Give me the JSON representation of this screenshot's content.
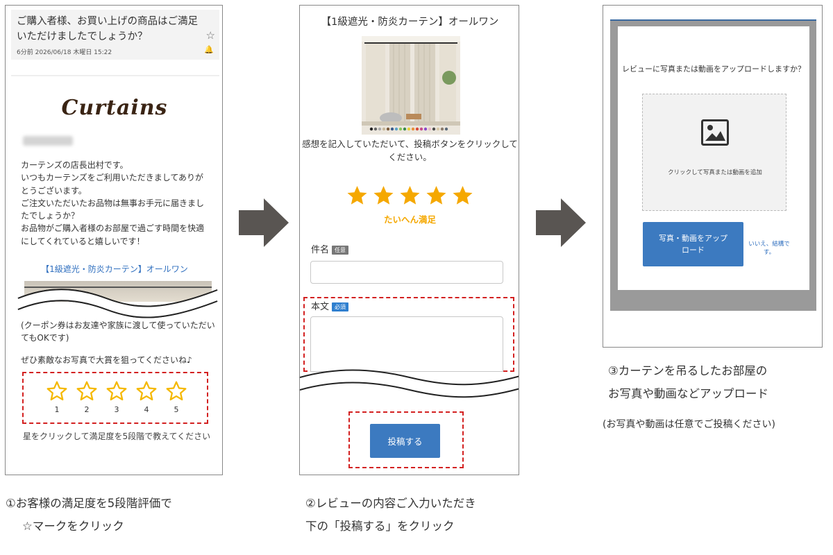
{
  "step1": {
    "subject": "ご購入者様、お買い上げの商品はご満足いただけましたでしょうか？",
    "date": "6分前 2026/06/18 木曜日 15:22",
    "star_icon": "☆",
    "bell_icon": "🔔",
    "logo": "Curtains",
    "body": "カーテンズの店長出村です。\nいつもカーテンズをご利用いただきましてありがとうございます。\nご注文いただいたお品物は無事お手元に届きましたでしょうか？\nお品物がご購入者様のお部屋で過ごす時間を快適にしてくれていると嬉しいです！",
    "product_link": "【1級遮光・防炎カーテン】オールワン",
    "coupon_note": "(クーポン券はお友達や家族に渡して使っていただいてもOKです)",
    "photo_prize": "ぜひ素敵なお写真で大賞を狙ってくださいね♪",
    "stars": [
      "1",
      "2",
      "3",
      "4",
      "5"
    ],
    "star_color": "#f5b800",
    "footer": "星をクリックして満足度を5段階で教えてください"
  },
  "step2": {
    "title": "【1級遮光・防炎カーテン】オールワン",
    "instruction": "感想を記入していただいて、投稿ボタンをクリックしてください。",
    "rating_label": "たいへん満足",
    "rating": 5,
    "star_color": "#f5a800",
    "subject_label": "件名",
    "subject_badge": "任意",
    "body_label": "本文",
    "body_badge": "必須",
    "submit_label": "投稿する"
  },
  "step3": {
    "question": "レビューに写真または動画をアップロードしますか？",
    "drop_text": "クリックして写真または動画を追加",
    "upload_label": "写真・動画をアップロード",
    "decline_label": "いいえ、結構です。"
  },
  "captions": {
    "step1_line1": "①お客様の満足度を5段階評価で",
    "step1_line2": "☆マークをクリック",
    "step2_line1": "②レビューの内容ご入力いただき",
    "step2_line2": "下の「投稿する」をクリック",
    "step3_line1": "③カーテンを吊るしたお部屋の",
    "step3_line2": "お写真や動画などアップロード",
    "step3_note": "(お写真や動画は任意でご投稿ください)"
  },
  "colors": {
    "accent_blue": "#3c7ac0",
    "highlight_red": "#d32020",
    "arrow_gray": "#595552"
  }
}
